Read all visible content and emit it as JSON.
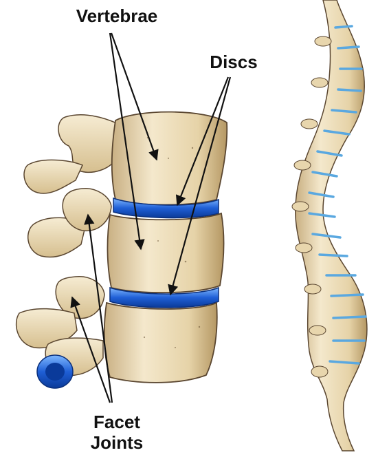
{
  "labels": {
    "vertebrae": "Vertebrae",
    "discs": "Discs",
    "facet_joints_line1": "Facet",
    "facet_joints_line2": "Joints"
  },
  "colors": {
    "bone_light": "#f3e6c8",
    "bone_mid": "#e2cc9e",
    "bone_dark": "#b99a66",
    "outline": "#5a4630",
    "disc_blue": "#1f63d8",
    "disc_light": "#5fa6ff",
    "spine_disc": "#5aa8e0",
    "arrow": "#111111"
  }
}
